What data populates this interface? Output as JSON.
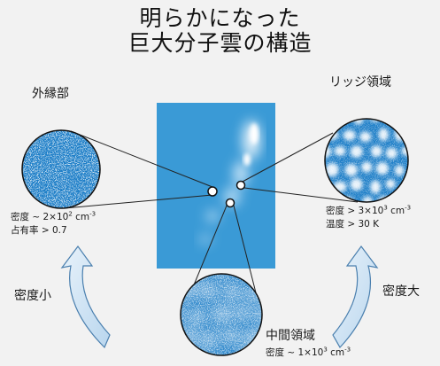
{
  "title": {
    "line1": "明らかになった",
    "line2": "巨大分子雲の構造"
  },
  "outer": {
    "label": "外縁部",
    "density_prefix": "密度 ~ 2×10",
    "density_exp": "2",
    "density_unit": " cm",
    "density_unit_exp": "-3",
    "filling": "占有率 > 0.7"
  },
  "ridge": {
    "label": "リッジ領域",
    "density_prefix": "密度 > 3×10",
    "density_exp": "3",
    "density_unit": " cm",
    "density_unit_exp": "-3",
    "temperature": "温度 > 30 K"
  },
  "middle": {
    "label": "中間領域",
    "density_prefix": "密度 ~ 1×10",
    "density_exp": "3",
    "density_unit": " cm",
    "density_unit_exp": "-3"
  },
  "arrows": {
    "low": "密度小",
    "high": "密度大"
  },
  "colors": {
    "map_blue": "#3a9ad6",
    "inset_blue": "#1f7fc8",
    "arrow_fill": "#cfe3f2",
    "arrow_edge": "#4a7fae"
  }
}
